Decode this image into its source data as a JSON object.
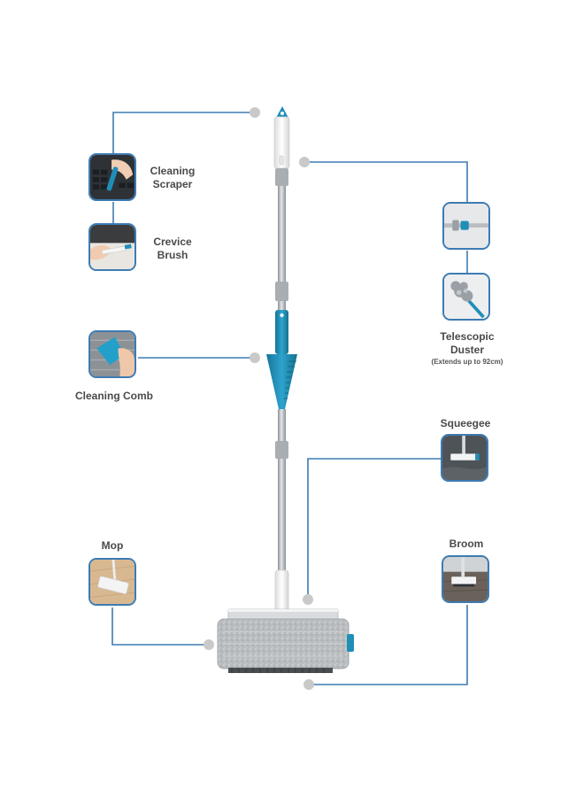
{
  "accessories": {
    "cleaning_scraper": {
      "label_line1": "Cleaning",
      "label_line2": "Scraper"
    },
    "crevice_brush": {
      "label_line1": "Crevice",
      "label_line2": "Brush"
    },
    "cleaning_comb": {
      "label": "Cleaning Comb"
    },
    "telescopic_duster": {
      "label_line1": "Telescopic",
      "label_line2": "Duster",
      "note": "(Extends up to 92cm)"
    },
    "squeegee": {
      "label": "Squeegee"
    },
    "mop": {
      "label": "Mop"
    },
    "broom": {
      "label": "Broom"
    }
  },
  "colors": {
    "connector_line": "#3d7bb3",
    "dot": "#c9c9c9",
    "accent_teal": "#1f8fb8",
    "pole_steel": "#a9aeb3",
    "pad_grey": "#b5b8bb",
    "label_text": "#4a4a4a"
  },
  "icons": [
    "scraper-photo",
    "crevice-brush-photo",
    "cleaning-comb-photo",
    "duster-attachment-photo",
    "duster-head-photo",
    "squeegee-photo",
    "mop-photo",
    "broom-photo"
  ]
}
